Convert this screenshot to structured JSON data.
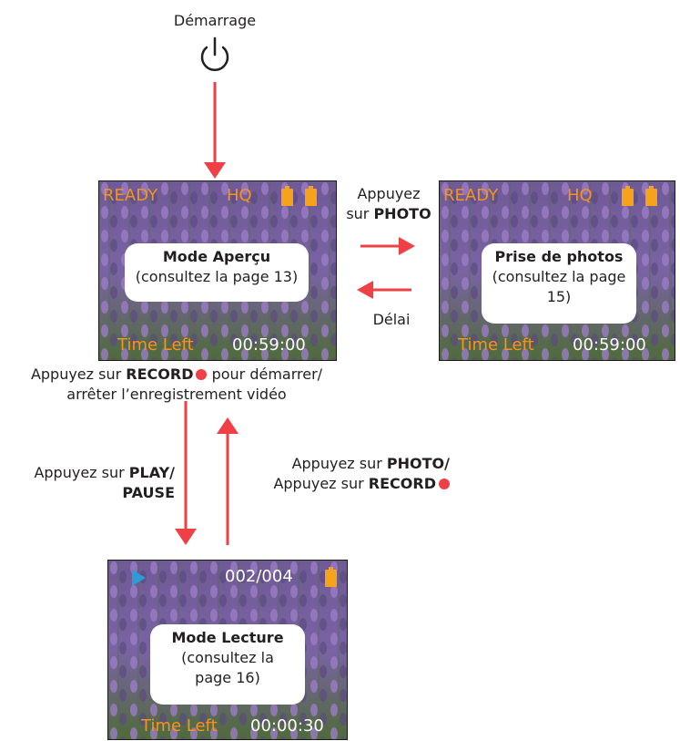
{
  "start": {
    "label": "Démarrage",
    "icon": "power-icon"
  },
  "screen_preview": {
    "status": "READY",
    "quality": "HQ",
    "card_title": "Mode Aperçu",
    "card_sub": "(consultez la page 13)",
    "time_label": "Time Left",
    "time_value": "00:59:00"
  },
  "screen_photo": {
    "status": "READY",
    "quality": "HQ",
    "card_title": "Prise de photos",
    "card_sub_1": "(consultez la page",
    "card_sub_2": "15)",
    "time_label": "Time Left",
    "time_value": "00:59:00"
  },
  "screen_playback": {
    "counter": "002/004",
    "card_title": "Mode Lecture",
    "card_sub_1": "(consultez la",
    "card_sub_2": "page 16)",
    "time_label": "Time Left",
    "time_value": "00:00:30"
  },
  "labels": {
    "photo_press_1": "Appuyez",
    "photo_press_2_prefix": "sur ",
    "photo_press_2_bold": "PHOTO",
    "delay": "Délai",
    "record_prefix": "Appuyez sur ",
    "record_bold": "RECORD",
    "record_suffix": " pour démarrer/",
    "record_line2": "arrêter l’enregistrement vidéo",
    "play_prefix": "Appuyez sur ",
    "play_bold_1": "PLAY/",
    "play_bold_2": "PAUSE",
    "back_prefix_1": "Appuyez sur ",
    "back_bold_1": "PHOTO/",
    "back_prefix_2": "Appuyez sur ",
    "back_bold_2": "RECORD"
  },
  "colors": {
    "arrow": "#ef4045",
    "hud_orange": "#f7931e",
    "play_blue": "#2e9bd6"
  }
}
